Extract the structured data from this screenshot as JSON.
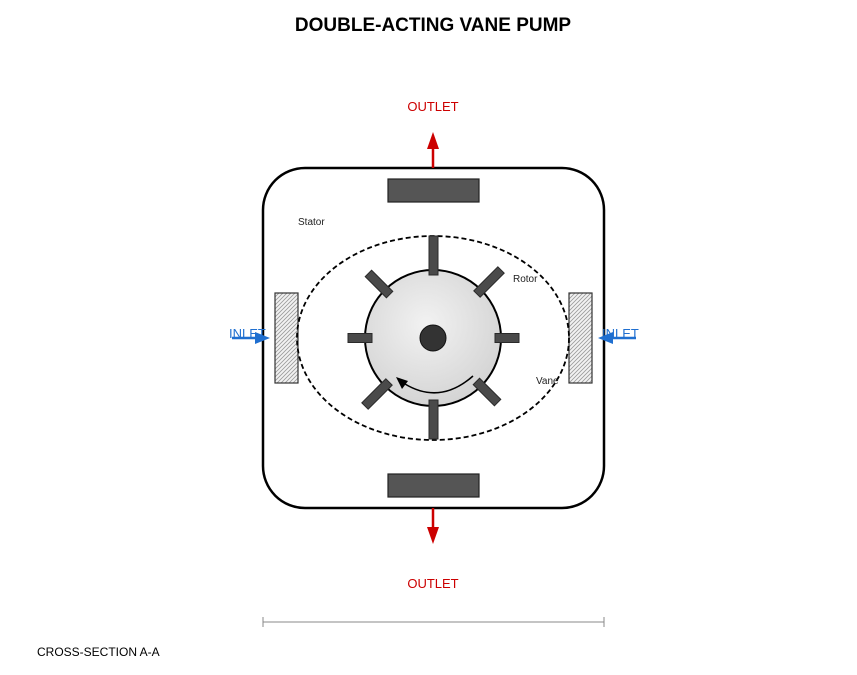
{
  "title": "DOUBLE-ACTING VANE PUMP",
  "labels": {
    "outlet_top": "OUTLET",
    "outlet_bottom": "OUTLET",
    "inlet_left": "INLET",
    "inlet_right": "INLET",
    "stator": "Stator",
    "rotor": "Rotor",
    "vane": "Vane",
    "caption": "CROSS-SECTION A-A"
  },
  "colors": {
    "outlet": "#cc0000",
    "inlet": "#1f6fd0",
    "housing_stroke": "#000000",
    "vane_fill": "#4a4a4a",
    "rotor_fill": "#e2e2e2"
  },
  "icons": {
    "rotation": "curved-arrow-counterclockwise",
    "flow_out": "arrow-up-down",
    "flow_in": "arrow-inward"
  }
}
